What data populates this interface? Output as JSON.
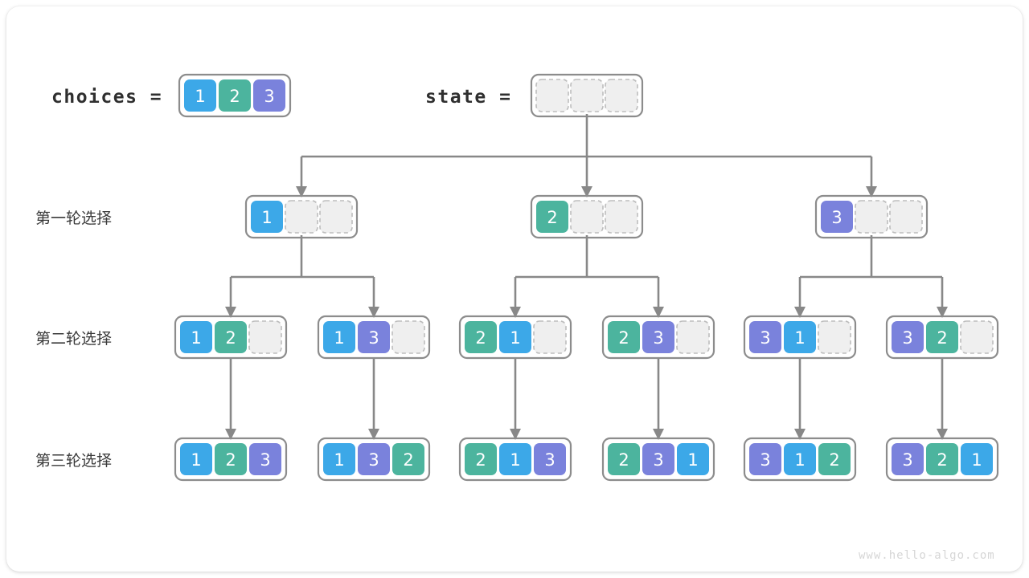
{
  "page": {
    "watermark": "www.hello-algo.com",
    "background": "#ffffff",
    "card_background": "#ffffff"
  },
  "colors": {
    "value_1": "#3ca8e8",
    "value_2": "#4cb49e",
    "value_3": "#7a82dc",
    "empty_cell": "#efefef",
    "empty_border": "#bdbdbd",
    "box_border": "#8c8c8c",
    "edge": "#888888",
    "text": "#2f2f2f",
    "watermark": "#d6d6d6"
  },
  "header": {
    "choices_label": "choices  =",
    "choices_values": [
      "1",
      "2",
      "3"
    ],
    "state_label": "state  =",
    "state_values": [
      "",
      "",
      ""
    ]
  },
  "rows": [
    {
      "label": "第一轮选择",
      "states": [
        [
          "1",
          "",
          ""
        ],
        [
          "2",
          "",
          ""
        ],
        [
          "3",
          "",
          ""
        ]
      ]
    },
    {
      "label": "第二轮选择",
      "states": [
        [
          "1",
          "2",
          ""
        ],
        [
          "1",
          "3",
          ""
        ],
        [
          "2",
          "1",
          ""
        ],
        [
          "2",
          "3",
          ""
        ],
        [
          "3",
          "1",
          ""
        ],
        [
          "3",
          "2",
          ""
        ]
      ]
    },
    {
      "label": "第三轮选择",
      "states": [
        [
          "1",
          "2",
          "3"
        ],
        [
          "1",
          "3",
          "2"
        ],
        [
          "2",
          "1",
          "3"
        ],
        [
          "2",
          "3",
          "1"
        ],
        [
          "3",
          "1",
          "2"
        ],
        [
          "3",
          "2",
          "1"
        ]
      ]
    }
  ]
}
